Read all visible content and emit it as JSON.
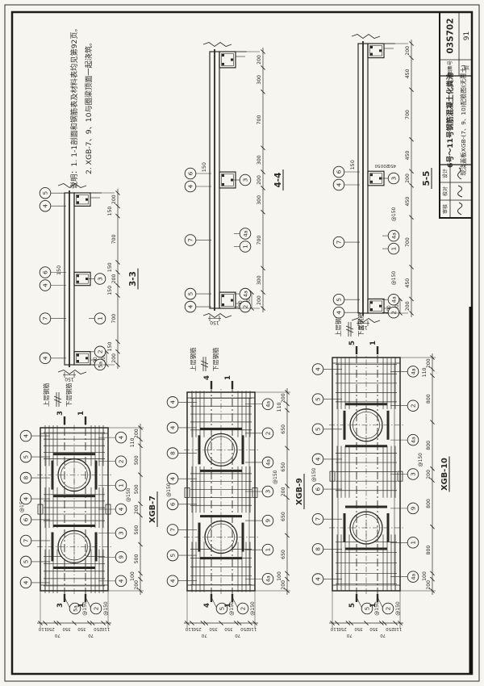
{
  "sheet": {
    "paper_color": "#f6f5ef",
    "ink_color": "#2b2a26",
    "notes": {
      "line1": "说明：1. 1-1剖面和钢筋表及材料表均见第92页。",
      "line2": "2. XGB-7、9、10与圈梁顶面一起浇筑。"
    },
    "title_block": {
      "title_line1": "6号～11号钢筋混凝土化粪池",
      "title_line2": "现浇盖板XGB-(7、9、10)配筋图(无覆土)",
      "atlas_label": "图集号",
      "atlas_no": "03S702",
      "page_label": "页",
      "page_no": "91",
      "sig_labels": [
        "审核",
        "校对",
        "设计"
      ]
    }
  },
  "plans": [
    {
      "name": "XGB-7",
      "upper_cut": "3",
      "lower_cut": "1",
      "spacing": "@150",
      "cut_bubble_upper": "5a",
      "cut_bubble_lower": "2",
      "top_callouts": [
        "4",
        "5",
        "7",
        "6",
        "4",
        "8",
        "5",
        "4"
      ],
      "bottom_callouts": [
        "4",
        "9",
        "3",
        "4",
        "1",
        "2",
        "4"
      ],
      "top_spacing_index": 3,
      "bottom_spacing_index": 3,
      "bottom_dims": [
        200,
        100,
        500,
        500,
        200,
        500,
        500,
        110,
        200
      ],
      "side_dims": [
        110,
        250,
        70,
        350,
        350,
        70,
        250,
        110
      ],
      "layer_upper": "上层钢筋",
      "layer_lower": "下层钢筋"
    },
    {
      "name": "XGB-9",
      "upper_cut": "4",
      "lower_cut": "1",
      "spacing": "@150",
      "cut_bubble_upper": "5",
      "cut_bubble_lower": "2",
      "top_callouts": [
        "4",
        "5",
        "7",
        "6",
        "4",
        "8",
        "4",
        "4"
      ],
      "bottom_callouts": [
        "4a",
        "1",
        "9",
        "3",
        "4a",
        "2",
        "4a"
      ],
      "top_spacing_index": 3,
      "bottom_spacing_index": 3,
      "bottom_dims": [
        200,
        100,
        650,
        650,
        200,
        650,
        650,
        110,
        200
      ],
      "side_dims": [
        110,
        250,
        70,
        350,
        350,
        70,
        250,
        110
      ],
      "layer_upper": "上层钢筋",
      "layer_lower": "下层钢筋"
    },
    {
      "name": "XGB-10",
      "upper_cut": "5",
      "lower_cut": "1",
      "spacing": "@150",
      "cut_bubble_upper": "5",
      "cut_bubble_lower": "2",
      "top_callouts": [
        "4",
        "8",
        "7",
        "6",
        "4",
        "5",
        "5",
        "4"
      ],
      "bottom_callouts": [
        "4a",
        "1",
        "9",
        "3",
        "4a",
        "2",
        "4a"
      ],
      "top_spacing_index": 3,
      "bottom_spacing_index": 3,
      "bottom_dims": [
        200,
        100,
        800,
        800,
        200,
        800,
        800,
        110,
        200
      ],
      "side_dims": [
        110,
        250,
        70,
        350,
        350,
        70,
        250,
        110
      ],
      "layer_upper": "上层钢筋",
      "layer_lower": "下层钢筋"
    }
  ],
  "sections": [
    {
      "name": "3-3",
      "dims": [
        200,
        150,
        700,
        150,
        200,
        150,
        700,
        150,
        200
      ],
      "thickness": "150",
      "mid_thickness": "150",
      "end_offset": "100",
      "rib_width": "200",
      "above": [
        {
          "seg": 0,
          "labels": [
            "4"
          ]
        },
        {
          "seg": 2,
          "labels": [
            "7"
          ]
        },
        {
          "seg": 4,
          "labels": [
            "4",
            "6"
          ]
        },
        {
          "seg": 8,
          "labels": [
            "4",
            "5"
          ]
        }
      ],
      "below": [
        {
          "seg": 0,
          "labels": [
            "5a",
            "2"
          ]
        },
        {
          "seg": 2,
          "labels": [
            "1"
          ]
        },
        {
          "seg": 4,
          "labels": [
            "3"
          ]
        }
      ],
      "sub_dims": []
    },
    {
      "name": "4-4",
      "dims": [
        200,
        300,
        700,
        300,
        200,
        300,
        700,
        300,
        200
      ],
      "thickness": "150",
      "mid_thickness": "150",
      "end_offset": "100",
      "rib_width": "200",
      "above": [
        {
          "seg": 0,
          "labels": [
            "4",
            "5"
          ]
        },
        {
          "seg": 2,
          "labels": [
            "7"
          ]
        },
        {
          "seg": 4,
          "labels": [
            "4",
            "6"
          ]
        }
      ],
      "below": [
        {
          "seg": 0,
          "labels": [
            "2",
            "4a"
          ]
        },
        {
          "seg": 2,
          "labels": [
            "1",
            "4a"
          ]
        },
        {
          "seg": 4,
          "labels": [
            "3"
          ]
        }
      ],
      "sub_dims": []
    },
    {
      "name": "5-5",
      "dims": [
        200,
        450,
        700,
        450,
        200,
        450,
        700,
        450,
        200
      ],
      "thickness": "150",
      "mid_thickness": "150",
      "end_offset": "100",
      "rib_width": "200",
      "above": [
        {
          "seg": 0,
          "labels": [
            "4",
            "5"
          ]
        },
        {
          "seg": 2,
          "labels": [
            "7"
          ]
        },
        {
          "seg": 4,
          "labels": [
            "4",
            "6"
          ]
        }
      ],
      "below": [
        {
          "seg": 0,
          "labels": [
            "2",
            "4a"
          ],
          "spacing": "@150"
        },
        {
          "seg": 2,
          "labels": [
            "1",
            "4a"
          ],
          "spacing": "@150"
        },
        {
          "seg": 4,
          "labels": [
            "3"
          ]
        }
      ],
      "sub_dims": [
        "450",
        "200",
        "50"
      ]
    }
  ]
}
